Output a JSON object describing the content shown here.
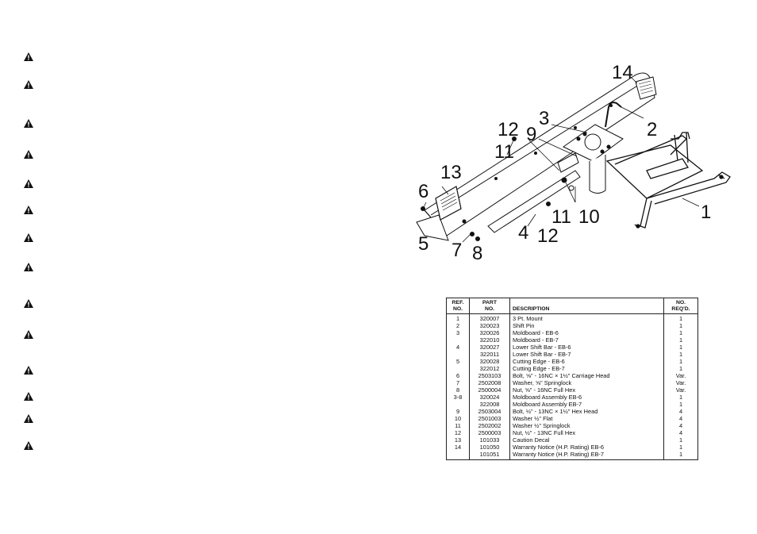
{
  "warnings": {
    "icon": "warning-triangle-icon",
    "count": 14
  },
  "diagram": {
    "callouts": [
      {
        "id": "1",
        "label": "1"
      },
      {
        "id": "2",
        "label": "2"
      },
      {
        "id": "3",
        "label": "3"
      },
      {
        "id": "4",
        "label": "4"
      },
      {
        "id": "5",
        "label": "5"
      },
      {
        "id": "6",
        "label": "6"
      },
      {
        "id": "7",
        "label": "7"
      },
      {
        "id": "8",
        "label": "8"
      },
      {
        "id": "9",
        "label": "9"
      },
      {
        "id": "10",
        "label": "10"
      },
      {
        "id": "11a",
        "label": "11"
      },
      {
        "id": "11b",
        "label": "11"
      },
      {
        "id": "12a",
        "label": "12"
      },
      {
        "id": "12b",
        "label": "12"
      },
      {
        "id": "13",
        "label": "13"
      },
      {
        "id": "14",
        "label": "14"
      }
    ]
  },
  "parts_table": {
    "headers": {
      "ref": [
        "REF.",
        "NO."
      ],
      "part": [
        "PART",
        "NO."
      ],
      "desc": "DESCRIPTION",
      "qty": [
        "NO.",
        "REQ'D."
      ]
    },
    "rows": [
      {
        "ref": "1",
        "part": "320007",
        "desc": "3 Pt. Mount",
        "qty": "1"
      },
      {
        "ref": "2",
        "part": "320023",
        "desc": "Shift Pin",
        "qty": "1"
      },
      {
        "ref": "3",
        "part": "320026",
        "desc": "Moldboard - EB-6",
        "qty": "1"
      },
      {
        "ref": "",
        "part": "322010",
        "desc": "Moldboard - EB-7",
        "qty": "1"
      },
      {
        "ref": "4",
        "part": "320027",
        "desc": "Lower Shift Bar - EB-6",
        "qty": "1"
      },
      {
        "ref": "",
        "part": "322011",
        "desc": "Lower Shift Bar - EB-7",
        "qty": "1"
      },
      {
        "ref": "5",
        "part": "320028",
        "desc": "Cutting Edge - EB-6",
        "qty": "1"
      },
      {
        "ref": "",
        "part": "322012",
        "desc": "Cutting Edge - EB-7",
        "qty": "1"
      },
      {
        "ref": "6",
        "part": "2503103",
        "desc": "Bolt, ⅝\" - 16NC × 1½\" Carriage Head",
        "qty": "Var."
      },
      {
        "ref": "7",
        "part": "2502008",
        "desc": "Washer, ⅝\" Springlock",
        "qty": "Var."
      },
      {
        "ref": "8",
        "part": "2500004",
        "desc": "Nut, ⅝\" - 16NC Full Hex",
        "qty": "Var."
      },
      {
        "ref": "3-8",
        "part": "320024",
        "desc": "Moldboard Assembly EB-6",
        "qty": "1"
      },
      {
        "ref": "",
        "part": "322008",
        "desc": "Moldboard Assembly EB-7",
        "qty": "1"
      },
      {
        "ref": "9",
        "part": "2503004",
        "desc": "Bolt, ½\" - 13NC × 1½\" Hex Head",
        "qty": "4"
      },
      {
        "ref": "10",
        "part": "2501003",
        "desc": "Washer ½\" Flat",
        "qty": "4"
      },
      {
        "ref": "11",
        "part": "2502002",
        "desc": "Washer ½\" Springlock",
        "qty": "4"
      },
      {
        "ref": "12",
        "part": "2500003",
        "desc": "Nut, ½\" - 13NC Full Hex",
        "qty": "4"
      },
      {
        "ref": "13",
        "part": "101033",
        "desc": "Caution Decal",
        "qty": "1"
      },
      {
        "ref": "14",
        "part": "101050",
        "desc": "Warranty Notice (H.P. Rating) EB-6",
        "qty": "1"
      },
      {
        "ref": "",
        "part": "101051",
        "desc": "Warranty Notice (H.P. Rating) EB-7",
        "qty": "1"
      }
    ]
  }
}
